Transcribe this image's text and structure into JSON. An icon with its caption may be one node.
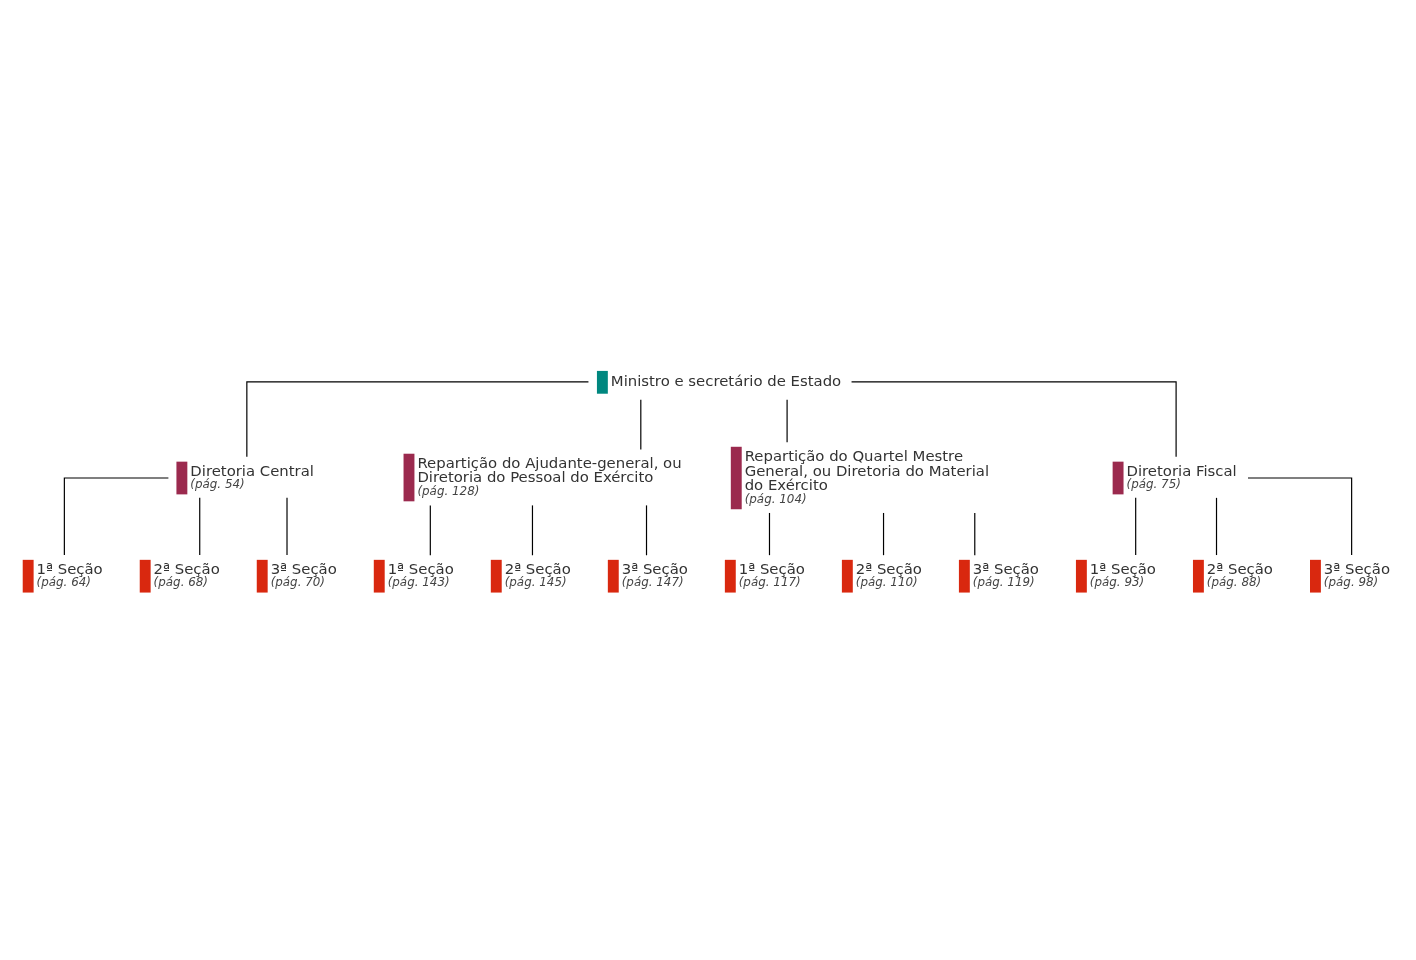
{
  "diagram": {
    "nodes": [
      {
        "text": [
          "Ministro e secretário de Estado"
        ]
      },
      {
        "text": [
          "Diretoria Central",
          "(pág. 54)"
        ]
      },
      {
        "text": [
          "1ª Seção",
          "(pág. 64)"
        ]
      },
      {
        "text": [
          "2ª Seção",
          "(pág. 68)"
        ]
      },
      {
        "text": [
          "3ª Seção",
          "(pág. 70)"
        ]
      },
      {
        "text": [
          "Repartição do Ajudante-general, ou Diretoria do Pessoal do Exército",
          "(pág. 128)"
        ]
      },
      {
        "text": [
          "1ª Seção",
          "(pág. 143)"
        ]
      },
      {
        "text": [
          "2ª Seção",
          "(pág. 145)"
        ]
      },
      {
        "text": [
          "3ª Seção",
          "(pág. 147)"
        ]
      },
      {
        "text": [
          "Repartição do Quartel Mestre General, ou Diretoria do Material do Exército",
          "(pág. 104)"
        ]
      },
      {
        "text": [
          "1ª Seção",
          "(pág. 117)"
        ]
      },
      {
        "text": [
          "2ª Seção",
          "(pág. 110)"
        ]
      },
      {
        "text": [
          "3ª Seção",
          "(pág. 119)"
        ]
      },
      {
        "text": [
          "Diretoria Fiscal",
          "(pág. 75)"
        ]
      },
      {
        "text": [
          "1ª Seção",
          "(pág. 93)"
        ]
      },
      {
        "text": [
          "2ª Seção",
          "(pág. 88)"
        ]
      },
      {
        "text": [
          "3ª Seção",
          "(pág. 98)"
        ]
      }
    ],
    "edges": [
      {
        "from": 0,
        "to": 1,
        "arrow": "none"
      },
      {
        "from": 1,
        "to": 2,
        "arrow": "none"
      },
      {
        "from": 1,
        "to": 3,
        "arrow": "none"
      },
      {
        "from": 1,
        "to": 4,
        "arrow": "none"
      },
      {
        "from": 0,
        "to": 5,
        "arrow": "none"
      },
      {
        "from": 5,
        "to": 6,
        "arrow": "none"
      },
      {
        "from": 5,
        "to": 7,
        "arrow": "none"
      },
      {
        "from": 5,
        "to": 8,
        "arrow": "none"
      },
      {
        "from": 0,
        "to": 9,
        "arrow": "none"
      },
      {
        "from": 9,
        "to": 10,
        "arrow": "none"
      },
      {
        "from": 9,
        "to": 11,
        "arrow": "none"
      },
      {
        "from": 9,
        "to": 12,
        "arrow": "none"
      },
      {
        "from": 0,
        "to": 13,
        "arrow": "none"
      },
      {
        "from": 13,
        "to": 14,
        "arrow": "none"
      },
      {
        "from": 13,
        "to": 15,
        "arrow": "none"
      },
      {
        "from": 13,
        "to": 16,
        "arrow": "none"
      }
    ]
  }
}
